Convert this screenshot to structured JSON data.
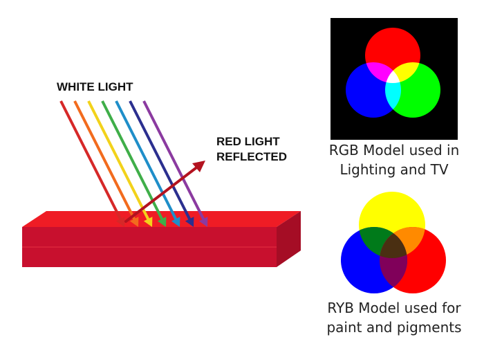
{
  "reflection_diagram": {
    "incoming_label": "WHITE LIGHT",
    "reflected_label_line1": "RED LIGHT",
    "reflected_label_line2": "REFLECTED",
    "spectrum_colors": [
      "#d62828",
      "#f26b1d",
      "#f2d21b",
      "#3fae49",
      "#1f8ec9",
      "#2b2f8f",
      "#8b3aa0"
    ],
    "reflected_color": "#b3121f",
    "surface_colors": {
      "top": "#ef1c25",
      "front": "#c8102e",
      "side": "#a50d25"
    }
  },
  "rgb_model": {
    "caption_line1": "RGB Model used in",
    "caption_line2": "Lighting and TV",
    "background": "#000000",
    "circles": [
      {
        "name": "Red",
        "color": "#ff0000"
      },
      {
        "name": "Green",
        "color": "#00ff00"
      },
      {
        "name": "Blue",
        "color": "#0000ff"
      }
    ]
  },
  "ryb_model": {
    "caption_line1": "RYB Model used for",
    "caption_line2": "paint and pigments",
    "circles": [
      {
        "name": "Yellow",
        "color": "#ffff00"
      },
      {
        "name": "Red",
        "color": "#ff0000"
      },
      {
        "name": "Blue",
        "color": "#0000ff"
      }
    ]
  }
}
